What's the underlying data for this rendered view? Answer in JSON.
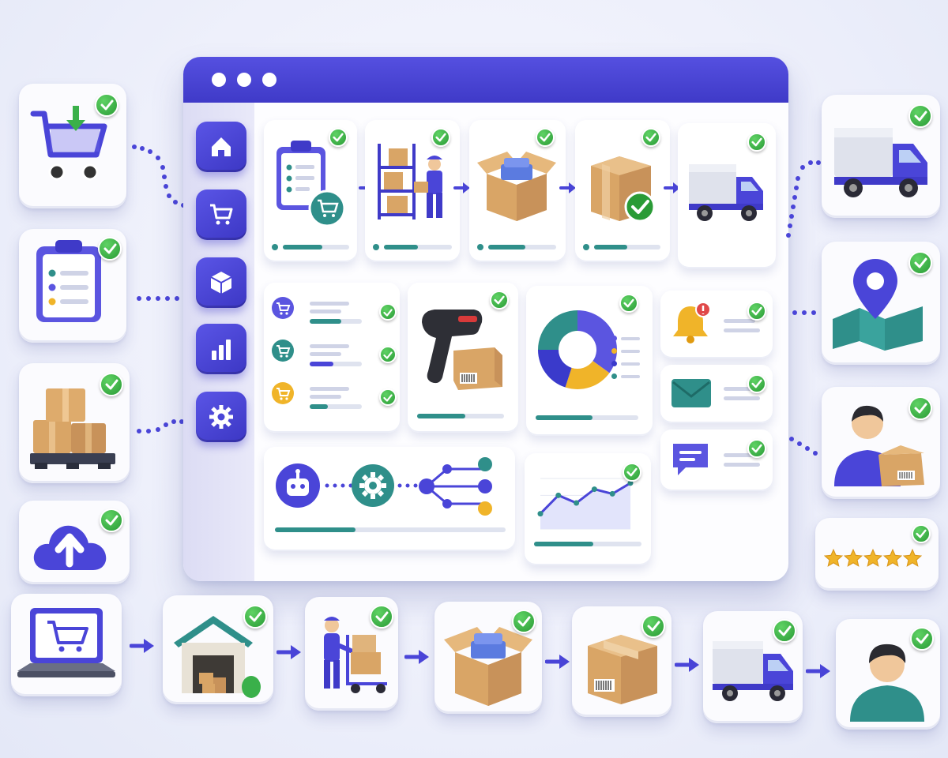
{
  "colors": {
    "brand": "#4a45d8",
    "check_green": "#2a9b36",
    "progress_teal": "#2f8f8a",
    "accent_orange": "#f0b429",
    "box_tan": "#d9a566"
  },
  "window": {
    "title_dots": 3,
    "sidebar_icons": [
      "home-icon",
      "cart-icon",
      "box-icon",
      "analytics-icon",
      "settings-icon"
    ]
  },
  "workflow_steps": [
    {
      "icon": "order-checklist-icon",
      "progress": 0.6
    },
    {
      "icon": "warehouse-picker-icon",
      "progress": 0.5
    },
    {
      "icon": "open-box-icon",
      "progress": 0.55
    },
    {
      "icon": "sealed-box-icon",
      "progress": 0.5
    },
    {
      "icon": "delivery-truck-icon",
      "progress": 0
    }
  ],
  "order_list": {
    "rows": [
      {
        "icon": "cart-icon",
        "color": "#5b55e0",
        "progress": 0.6
      },
      {
        "icon": "cart-icon",
        "color": "#2f8f8a",
        "progress": 0.45
      },
      {
        "icon": "cart-icon",
        "color": "#f0b429",
        "progress": 0.35
      }
    ]
  },
  "scanner_card": {
    "icon": "barcode-scanner-icon",
    "progress": 0.55
  },
  "donut_chart": {
    "segments": [
      {
        "color": "#5b55e0",
        "value": 35
      },
      {
        "color": "#f0b429",
        "value": 20
      },
      {
        "color": "#3a3acb",
        "value": 20
      },
      {
        "color": "#2f8f8a",
        "value": 25
      }
    ],
    "progress": 0.55
  },
  "notifications": [
    {
      "icon": "bell-icon"
    },
    {
      "icon": "envelope-icon"
    },
    {
      "icon": "chat-icon"
    }
  ],
  "automation": {
    "icons": [
      "robot-icon",
      "gear-icon",
      "branching-icon"
    ],
    "progress": 0.35
  },
  "line_chart": {
    "points": [
      1,
      2.2,
      1.7,
      2.6,
      2.3,
      3.0
    ],
    "progress": 0.55
  },
  "left_column": [
    "add-to-cart-icon",
    "clipboard-icon",
    "pallet-boxes-icon",
    "cloud-upload-icon"
  ],
  "right_column": [
    "truck-icon",
    "map-pin-icon",
    "customer-package-icon",
    "five-stars-icon"
  ],
  "rating_stars": 5,
  "bottom_flow": [
    "laptop-cart-icon",
    "warehouse-icon",
    "worker-dolly-icon",
    "open-box-icon",
    "barcode-box-icon",
    "truck-icon",
    "customer-icon"
  ]
}
